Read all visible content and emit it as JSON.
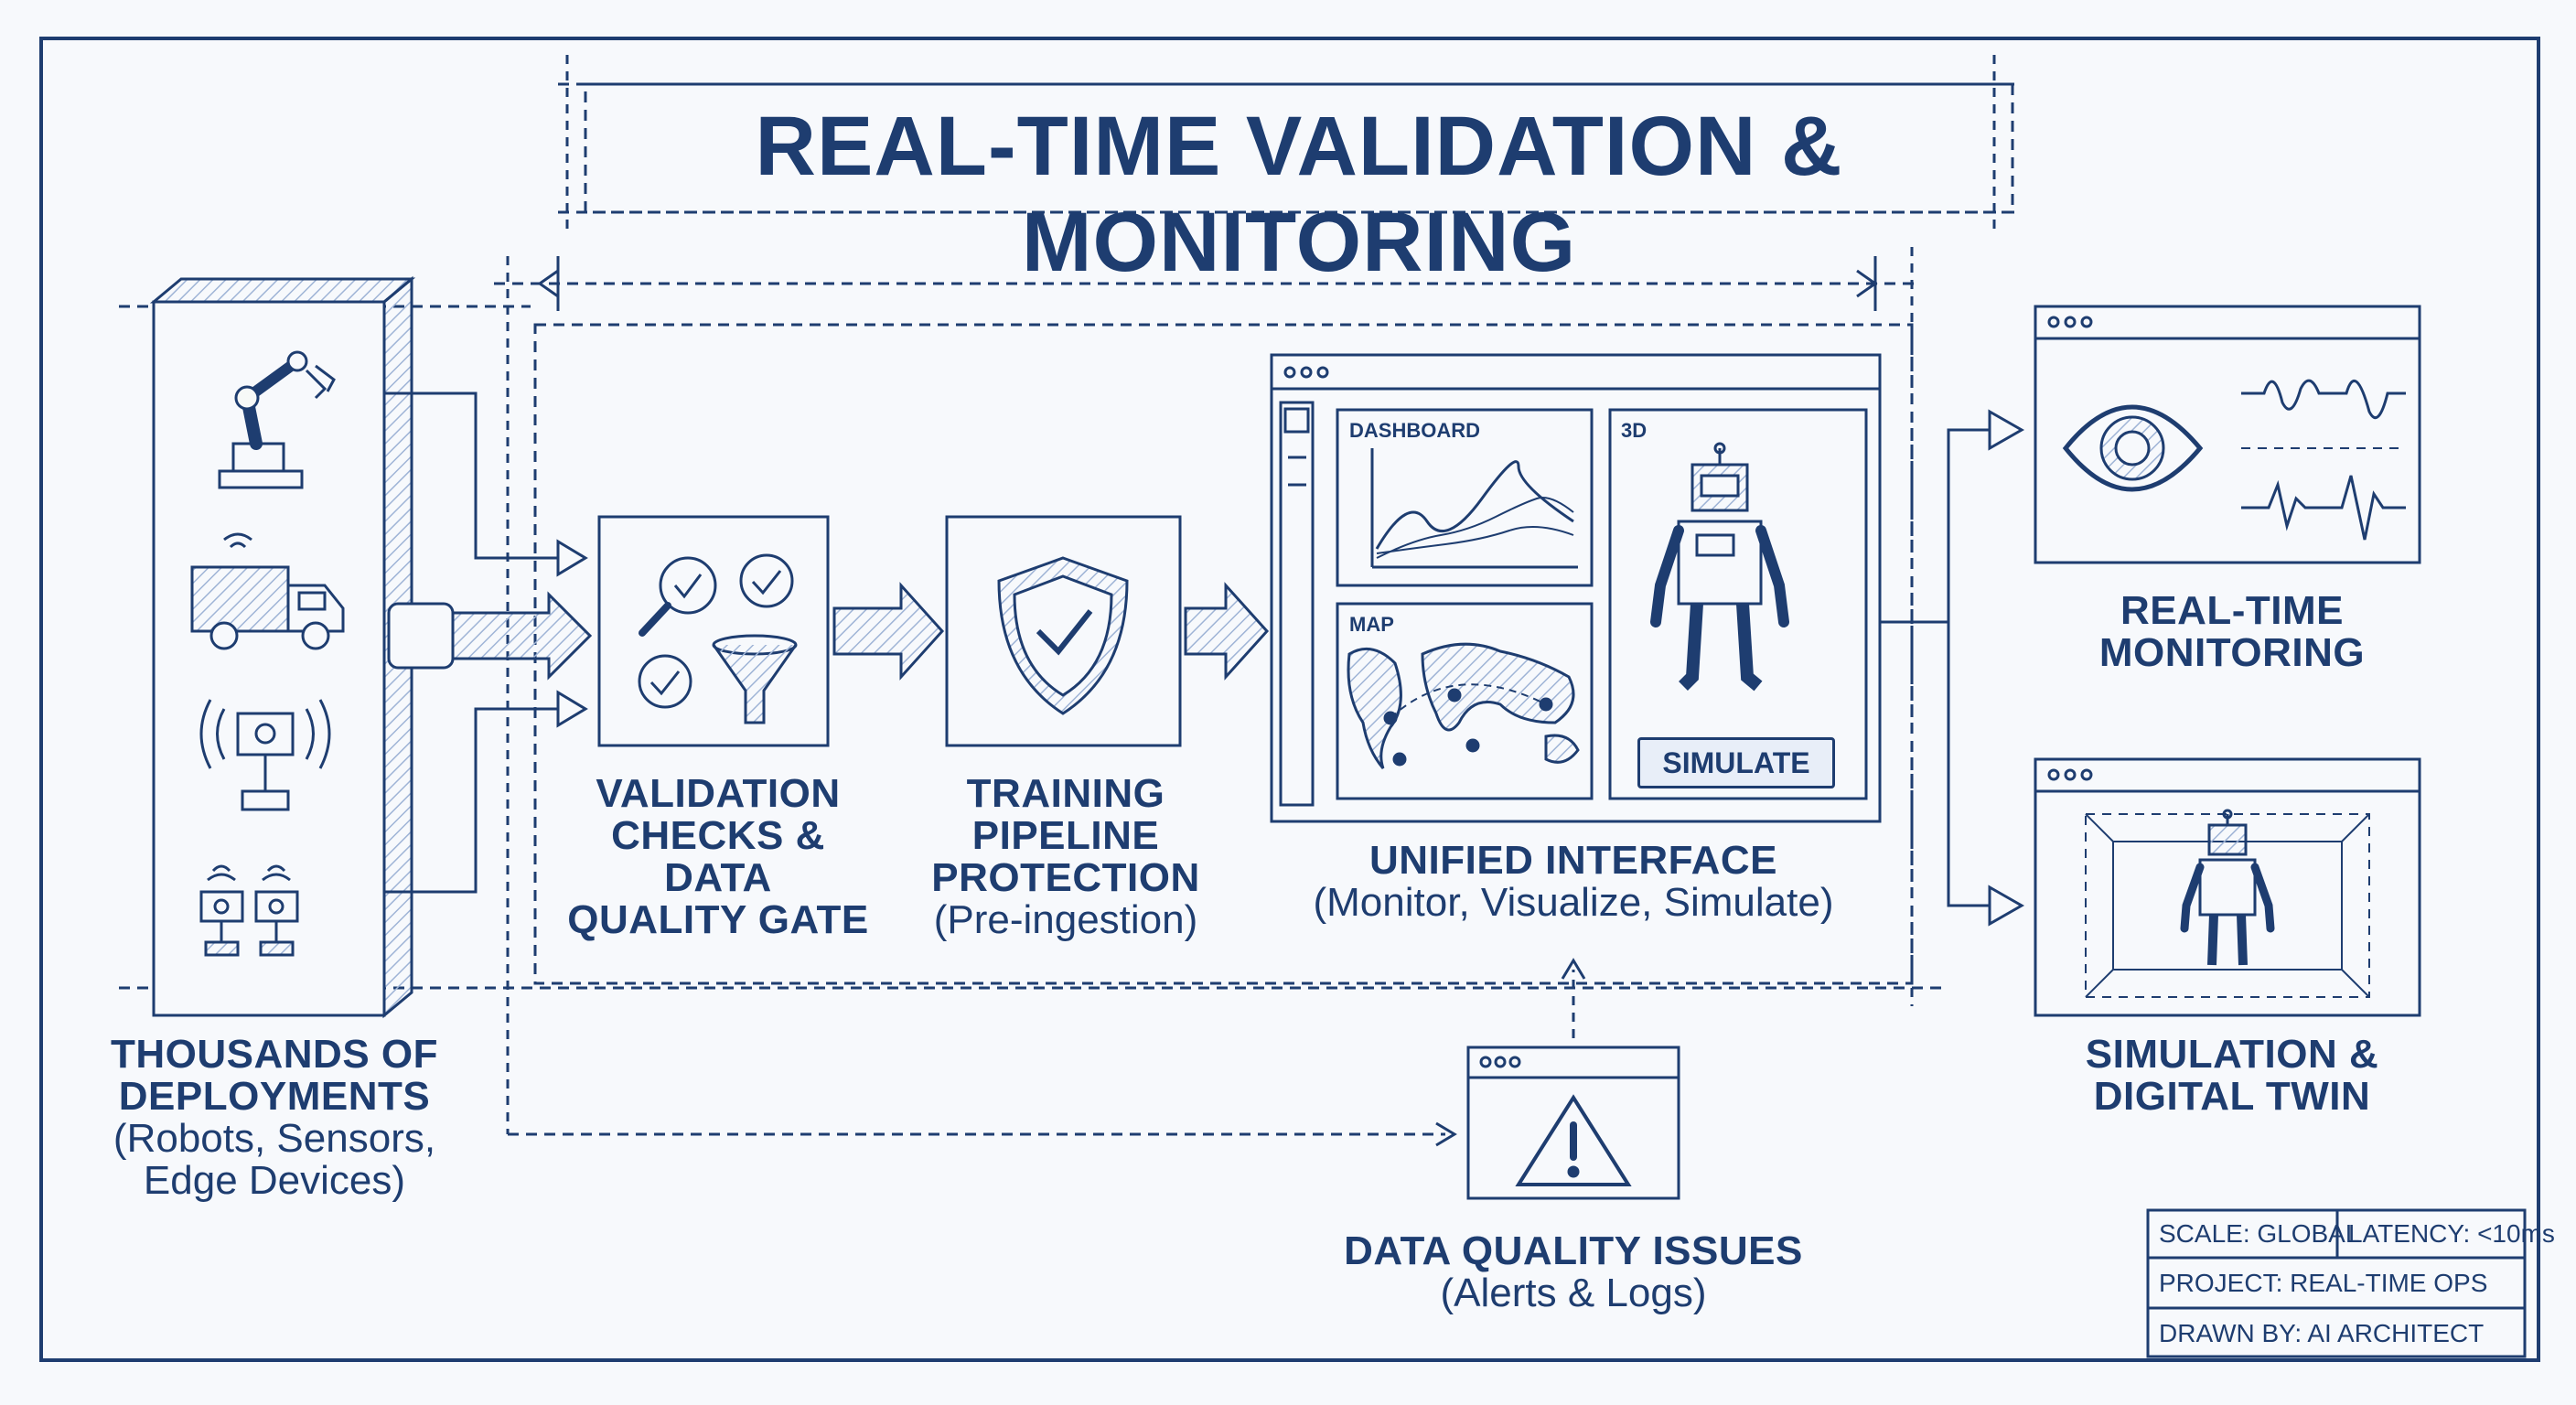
{
  "title": "REAL-TIME VALIDATION & MONITORING",
  "nodes": {
    "deployments": {
      "title": [
        "THOUSANDS OF",
        "DEPLOYMENTS"
      ],
      "subtitle": [
        "(Robots, Sensors,",
        "Edge Devices)"
      ]
    },
    "validation": {
      "title": [
        "VALIDATION",
        "CHECKS & DATA",
        "QUALITY GATE"
      ]
    },
    "training": {
      "title": [
        "TRAINING",
        "PIPELINE",
        "PROTECTION"
      ],
      "subtitle": [
        "(Pre-ingestion)"
      ]
    },
    "interface": {
      "title": [
        "UNIFIED INTERFACE"
      ],
      "subtitle": [
        "(Monitor, Visualize, Simulate)"
      ],
      "panels": {
        "dashboard": "DASHBOARD",
        "three_d": "3D",
        "map": "MAP",
        "simulate_button": "SIMULATE"
      }
    },
    "monitoring": {
      "title": [
        "REAL-TIME",
        "MONITORING"
      ]
    },
    "simulation": {
      "title": [
        "SIMULATION &",
        "DIGITAL TWIN"
      ]
    },
    "issues": {
      "title": [
        "DATA QUALITY ISSUES"
      ],
      "subtitle": [
        "(Alerts & Logs)"
      ]
    }
  },
  "title_block": {
    "scale": "SCALE: GLOBAL",
    "latency": "LATENCY: <10ms",
    "project": "PROJECT: REAL-TIME OPS",
    "drawn_by": "DRAWN BY: AI ARCHITECT"
  },
  "icons": [
    "robot-arm-icon",
    "truck-icon",
    "sensor-icon",
    "edge-device-icon",
    "magnifier-check-icon",
    "check-circle-icon",
    "funnel-icon",
    "shield-check-icon",
    "eye-icon",
    "waveform-icon",
    "robot-icon",
    "warning-icon",
    "world-map-icon"
  ],
  "colors": {
    "ink": "#1e3d70",
    "paper": "#f7f9fc",
    "hatch": "#9fb4d6"
  }
}
